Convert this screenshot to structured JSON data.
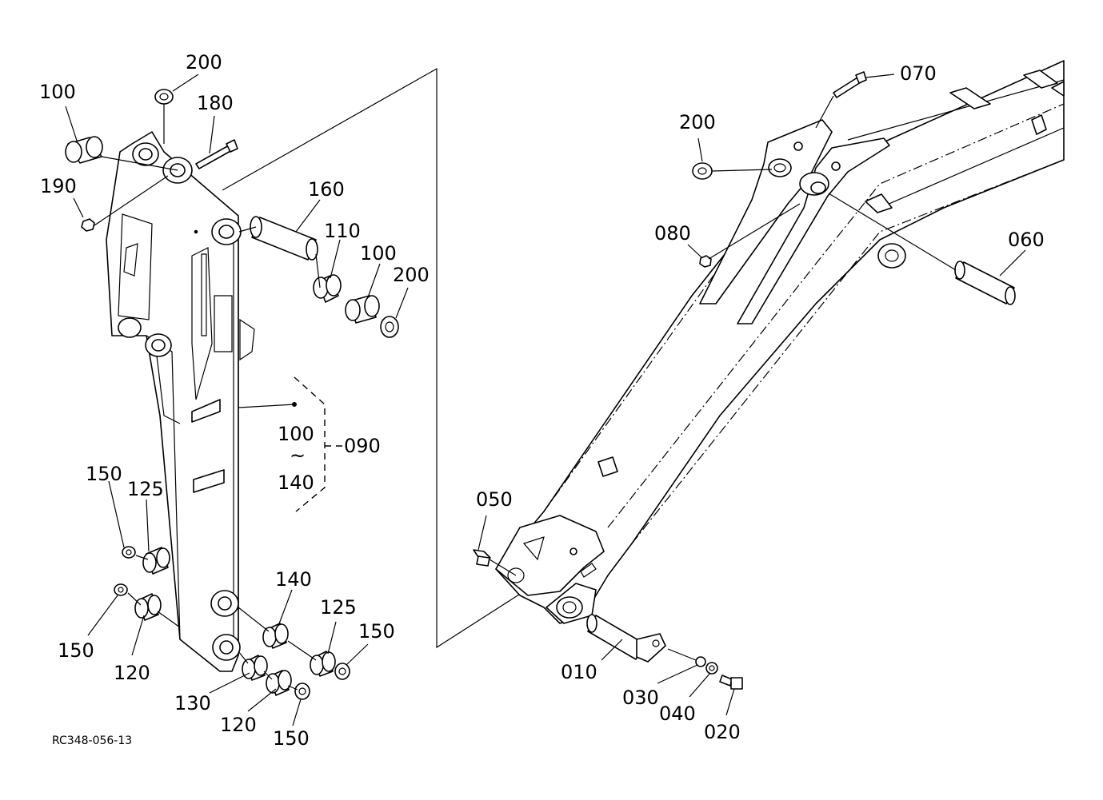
{
  "labels": {
    "left_200_top": "200",
    "left_100_top": "100",
    "left_180": "180",
    "left_190": "190",
    "left_160": "160",
    "left_110": "110",
    "left_100_mid": "100",
    "left_200_mid": "200",
    "set_from": "100",
    "set_tilde": "~",
    "set_to": "140",
    "set_090": "090",
    "left_150_a": "150",
    "left_125_a": "125",
    "left_150_b": "150",
    "left_120_a": "120",
    "left_140": "140",
    "left_125_b": "125",
    "left_150_c": "150",
    "left_130": "130",
    "left_120_b": "120",
    "left_150_d": "150",
    "right_070": "070",
    "right_200": "200",
    "right_080": "080",
    "right_060": "060",
    "right_050": "050",
    "right_010": "010",
    "right_030": "030",
    "right_040": "040",
    "right_020": "020"
  },
  "drawing_ref": "RC348-056-13"
}
